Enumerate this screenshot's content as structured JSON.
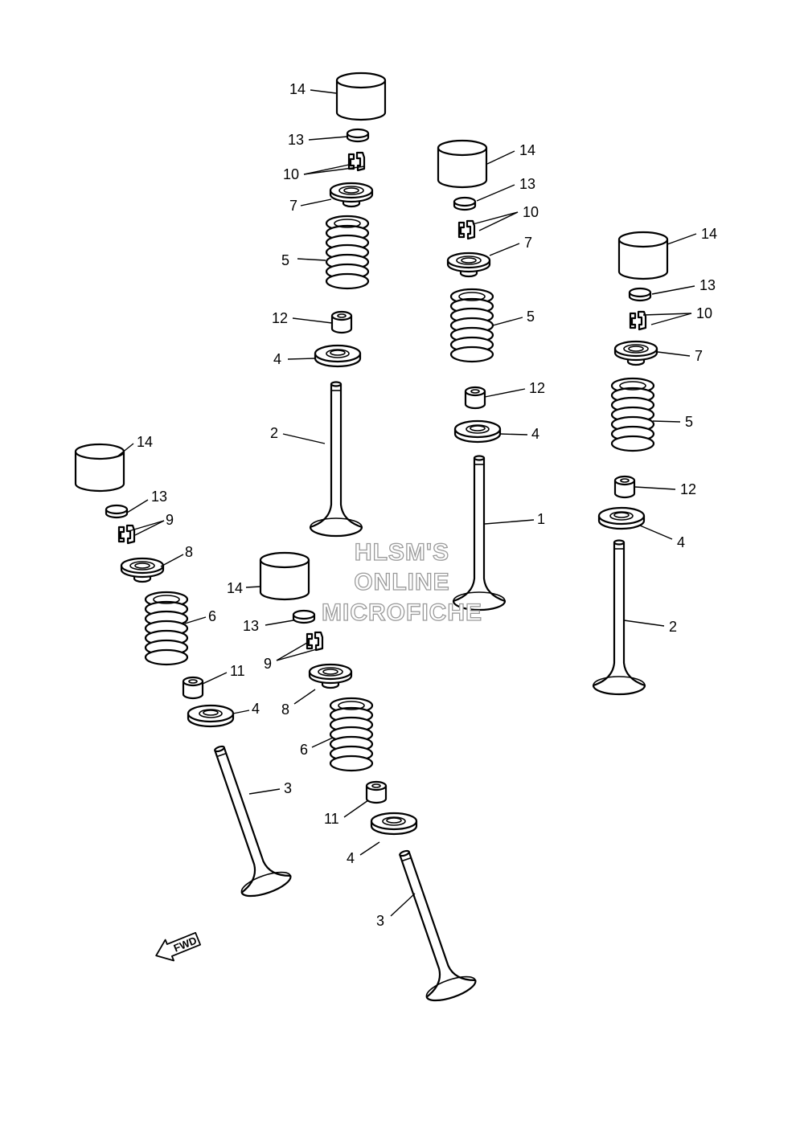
{
  "watermark": {
    "line1": "HLSM'S",
    "line2": "ONLINE",
    "line3": "MICROFICHE"
  },
  "direction_marker": {
    "label": "FWD",
    "icon": "fwd-arrow-icon"
  },
  "callouts": {
    "a": {
      "tappet": "14",
      "shim": "13",
      "cotter": "10",
      "retainer": "7",
      "spring": "5",
      "seal": "12",
      "seat": "4",
      "valve": "2"
    },
    "b": {
      "tappet": "14",
      "shim": "13",
      "cotter": "10",
      "retainer": "7",
      "spring": "5",
      "seal": "12",
      "seat": "4",
      "valve": "1"
    },
    "c": {
      "tappet": "14",
      "shim": "13",
      "cotter": "10",
      "retainer": "7",
      "spring": "5",
      "seal": "12",
      "seat": "4",
      "valve": "2"
    },
    "d": {
      "tappet": "14",
      "shim": "13",
      "cotter": "9",
      "retainer": "8",
      "spring": "6",
      "seal": "11",
      "seat": "4",
      "valve": "3"
    },
    "e": {
      "tappet": "14",
      "shim": "13",
      "cotter": "9",
      "retainer": "8",
      "spring": "6",
      "seal": "11",
      "seat": "4",
      "valve": "3"
    }
  }
}
